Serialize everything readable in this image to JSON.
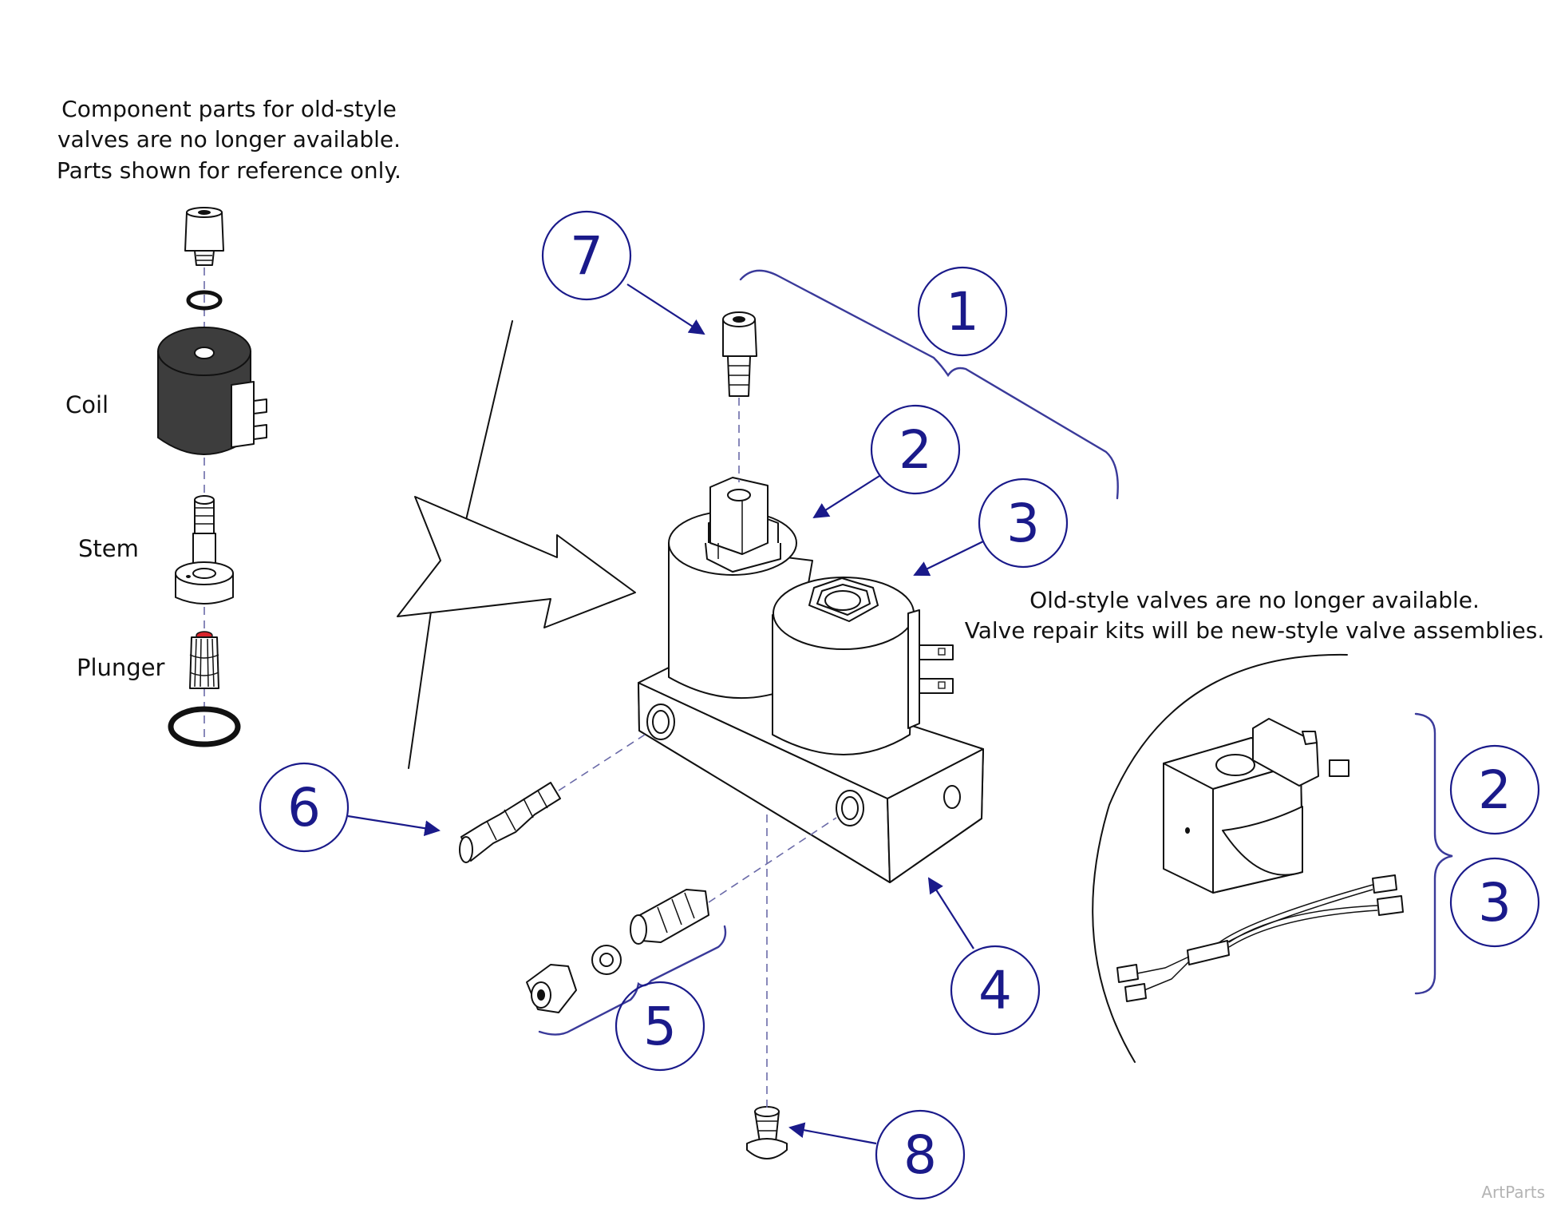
{
  "notes": {
    "old_style_top": [
      "Component parts for old-style",
      "valves are no longer available.",
      "Parts shown for reference only."
    ],
    "old_style_right": [
      "Old-style valves are no longer available.",
      "Valve repair kits will be new-style valve assemblies."
    ]
  },
  "part_labels": {
    "coil": "Coil",
    "stem": "Stem",
    "plunger": "Plunger"
  },
  "callouts": {
    "c1": "1",
    "c2": "2",
    "c3": "3",
    "c4": "4",
    "c5": "5",
    "c6": "6",
    "c7": "7",
    "c8": "8",
    "kit2": "2",
    "kit3": "3"
  },
  "watermark": "ArtParts",
  "colors": {
    "callout_stroke": "#1a1a8a",
    "leader_line": "#1a1a8a",
    "coil_fill": "#3d3d3d",
    "plunger_accent": "#d8232a"
  }
}
